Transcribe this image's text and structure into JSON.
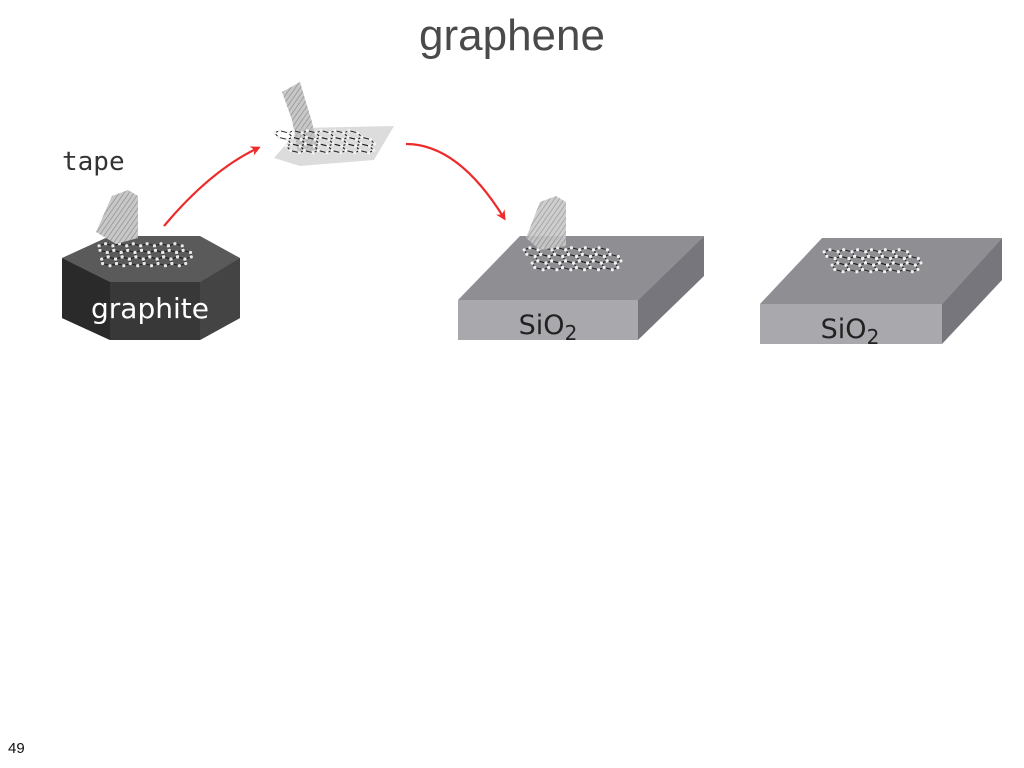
{
  "slide": {
    "title": "graphene",
    "page_number": "49"
  },
  "diagram": {
    "labels": {
      "tape": "tape",
      "graphite": "graphite",
      "substrate_1": "SiO",
      "substrate_1_sub": "2",
      "substrate_2": "SiO",
      "substrate_2_sub": "2"
    },
    "colors": {
      "arrow": "#ee2a2a",
      "graphite_top": "#5a5a5a",
      "graphite_side": "#333333",
      "substrate_top": "#8a8a8e",
      "substrate_front": "#a6a6aa",
      "substrate_side": "#74747a",
      "tape": "#bcbcbc",
      "lattice": "#222222"
    }
  }
}
